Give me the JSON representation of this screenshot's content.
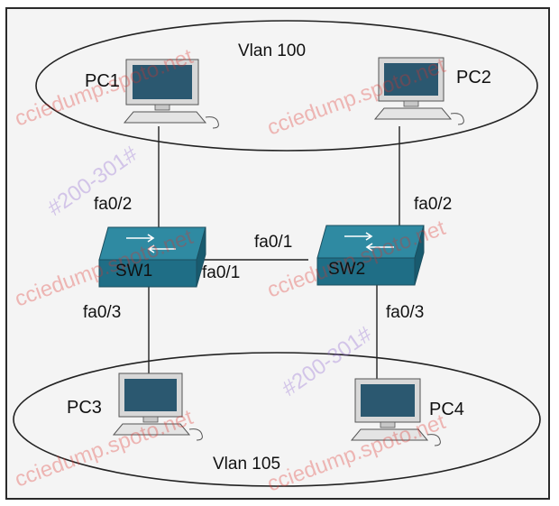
{
  "vlans": {
    "top": "Vlan 100",
    "bottom": "Vlan 105"
  },
  "devices": {
    "pc1": "PC1",
    "pc2": "PC2",
    "pc3": "PC3",
    "pc4": "PC4",
    "sw1": "SW1",
    "sw2": "SW2"
  },
  "ports": {
    "pc1_link": "fa0/2",
    "pc2_link": "fa0/2",
    "sw2_trunk": "fa0/1",
    "sw1_trunk": "fa0/1",
    "sw1_down": "fa0/3",
    "sw2_down": "fa0/3"
  },
  "watermark": {
    "site": "ccie­dump.spoto.net",
    "tag": "#200-301#"
  },
  "colors": {
    "switch_fill": "#1f6e86",
    "switch_top": "#2f8aa2",
    "pc_body": "#d8d8d8",
    "pc_screen": "#2b5870",
    "line": "#222222"
  }
}
